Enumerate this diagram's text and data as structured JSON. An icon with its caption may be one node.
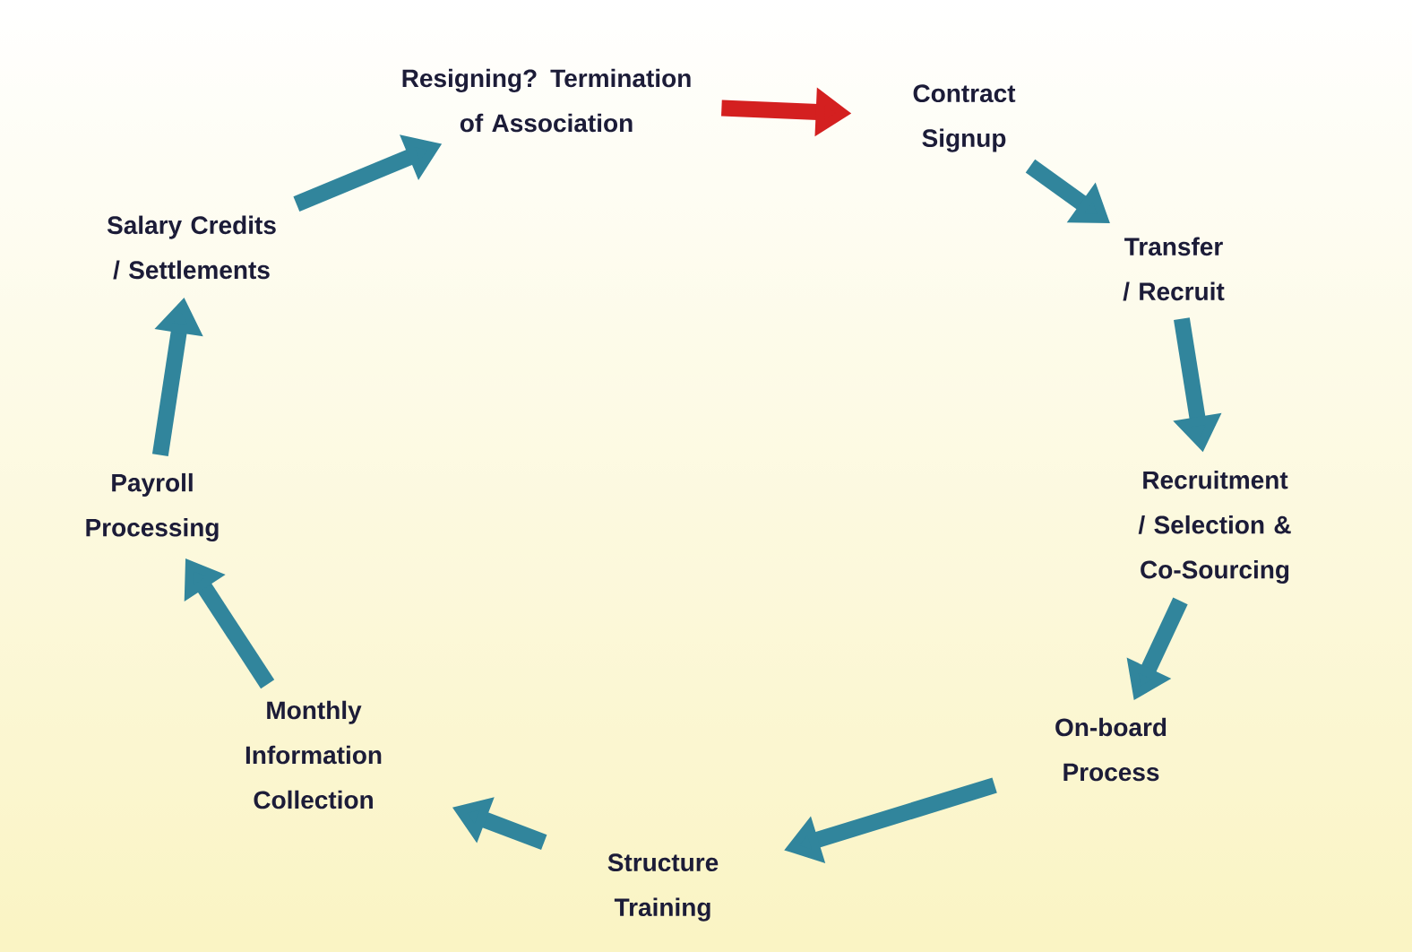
{
  "diagram": {
    "nodes": [
      {
        "text": [
          "Resigning? Termination of Association"
        ]
      },
      {
        "text": [
          "Contract Signup"
        ]
      },
      {
        "text": [
          "Transfer / Recruit"
        ]
      },
      {
        "text": [
          "Recruitment / Selection & Co-Sourcing"
        ]
      },
      {
        "text": [
          "On-board Process"
        ]
      },
      {
        "text": [
          "Structure Training"
        ]
      },
      {
        "text": [
          "Monthly Information Collection"
        ]
      },
      {
        "text": [
          "Payroll Processing"
        ]
      },
      {
        "text": [
          "Salary Credits / Settlements"
        ]
      }
    ],
    "edges": [
      {
        "from": 0,
        "to": 1,
        "arrow": "to",
        "color": "#d42020"
      },
      {
        "from": 1,
        "to": 2,
        "arrow": "to"
      },
      {
        "from": 2,
        "to": 3,
        "arrow": "to"
      },
      {
        "from": 3,
        "to": 4,
        "arrow": "to"
      },
      {
        "from": 4,
        "to": 5,
        "arrow": "to"
      },
      {
        "from": 5,
        "to": 6,
        "arrow": "to"
      },
      {
        "from": 6,
        "to": 7,
        "arrow": "to"
      },
      {
        "from": 7,
        "to": 8,
        "arrow": "to"
      },
      {
        "from": 8,
        "to": 0,
        "arrow": "to"
      }
    ]
  }
}
